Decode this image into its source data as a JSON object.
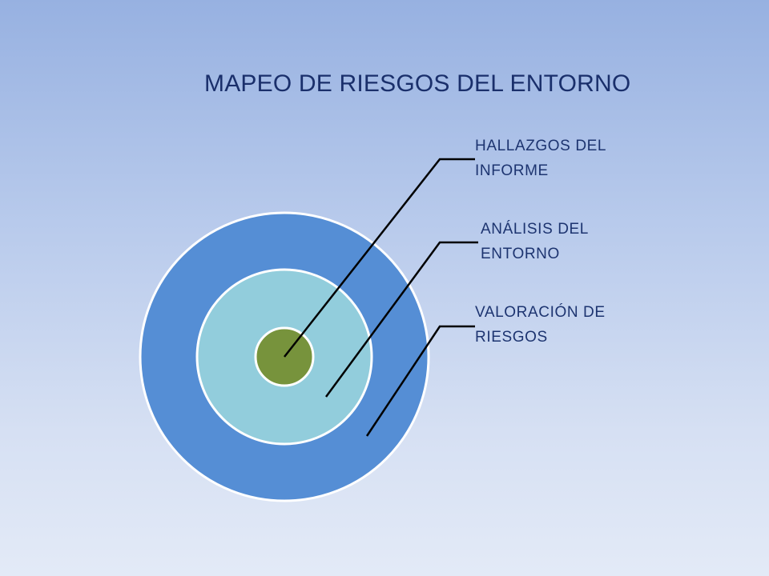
{
  "title": "MAPEO DE RIESGOS DEL ENTORNO",
  "labels": [
    {
      "line1": "HALLAZGOS DEL",
      "line2": "INFORME"
    },
    {
      "line1": "ANÁLISIS DEL",
      "line2": "ENTORNO"
    },
    {
      "line1": "VALORACIÓN DE",
      "line2": "RIESGOS"
    }
  ],
  "colors": {
    "outer_ring": "#558ed5",
    "middle_ring": "#92cddc",
    "inner_circle": "#77933c",
    "ring_border": "#ffffff",
    "connector": "#000000",
    "text": "#1d3470"
  }
}
